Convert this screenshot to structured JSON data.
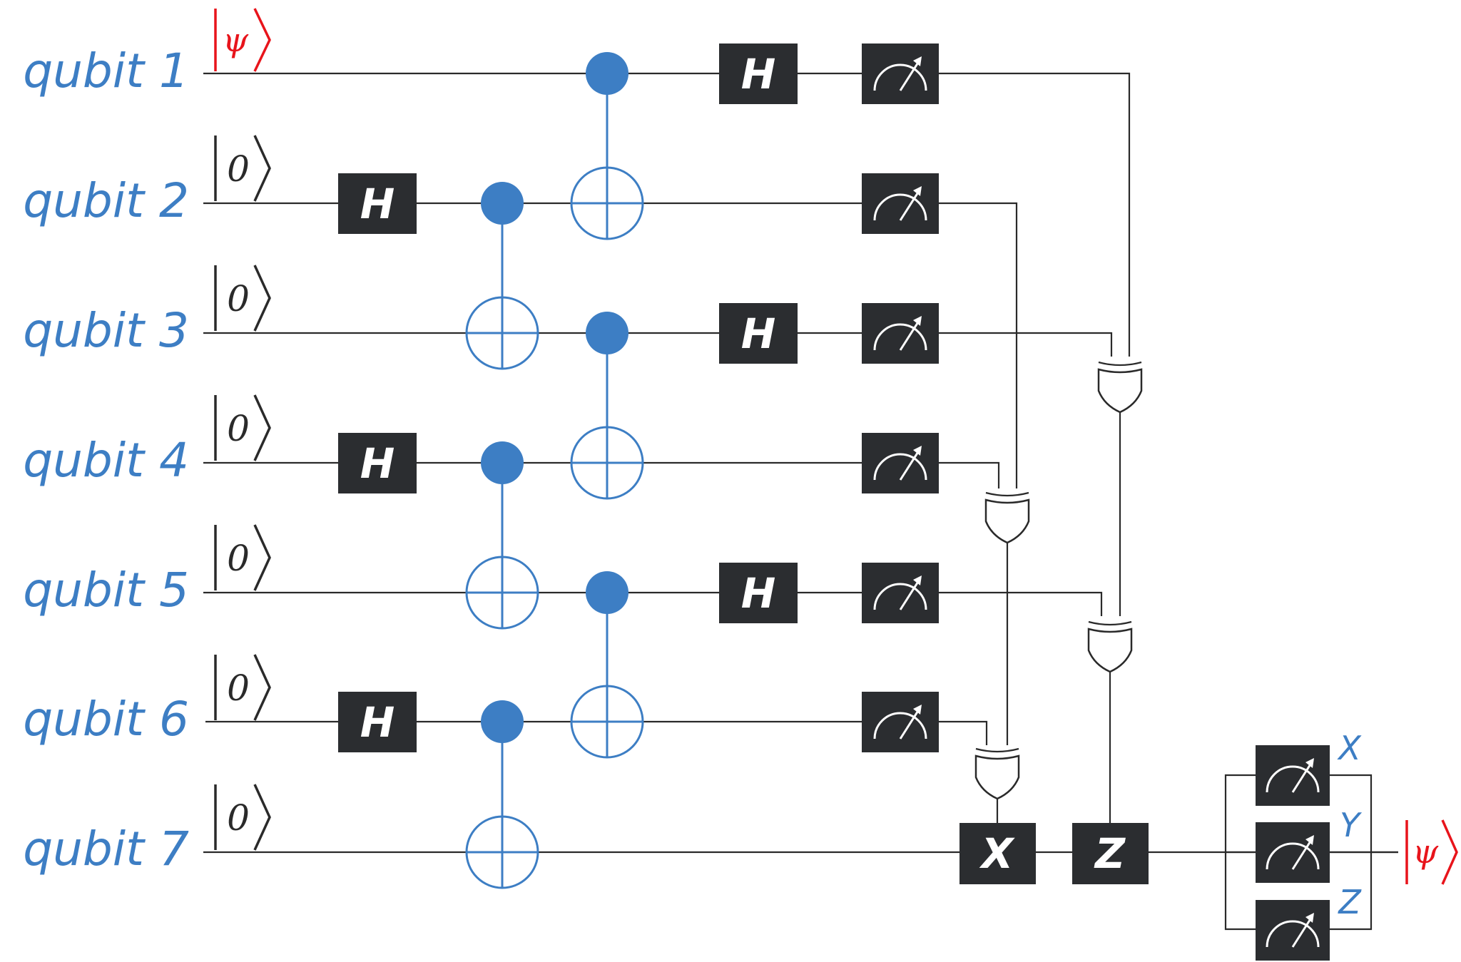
{
  "qubits": [
    {
      "label": "qubit 1",
      "init": "ψ"
    },
    {
      "label": "qubit 2",
      "init": "0"
    },
    {
      "label": "qubit 3",
      "init": "0"
    },
    {
      "label": "qubit 4",
      "init": "0"
    },
    {
      "label": "qubit 5",
      "init": "0"
    },
    {
      "label": "qubit 6",
      "init": "0"
    },
    {
      "label": "qubit 7",
      "init": "0"
    }
  ],
  "gates": {
    "hadamard": "H",
    "pauli_x": "X",
    "pauli_z": "Z"
  },
  "final_measurements": [
    "X",
    "Y",
    "Z"
  ],
  "output_state": "ψ",
  "colors": {
    "label_blue": "#3d7ec4",
    "psi_red": "#e8141b",
    "gate_dark": "#2b2d30",
    "wire": "#2a2a2a"
  }
}
